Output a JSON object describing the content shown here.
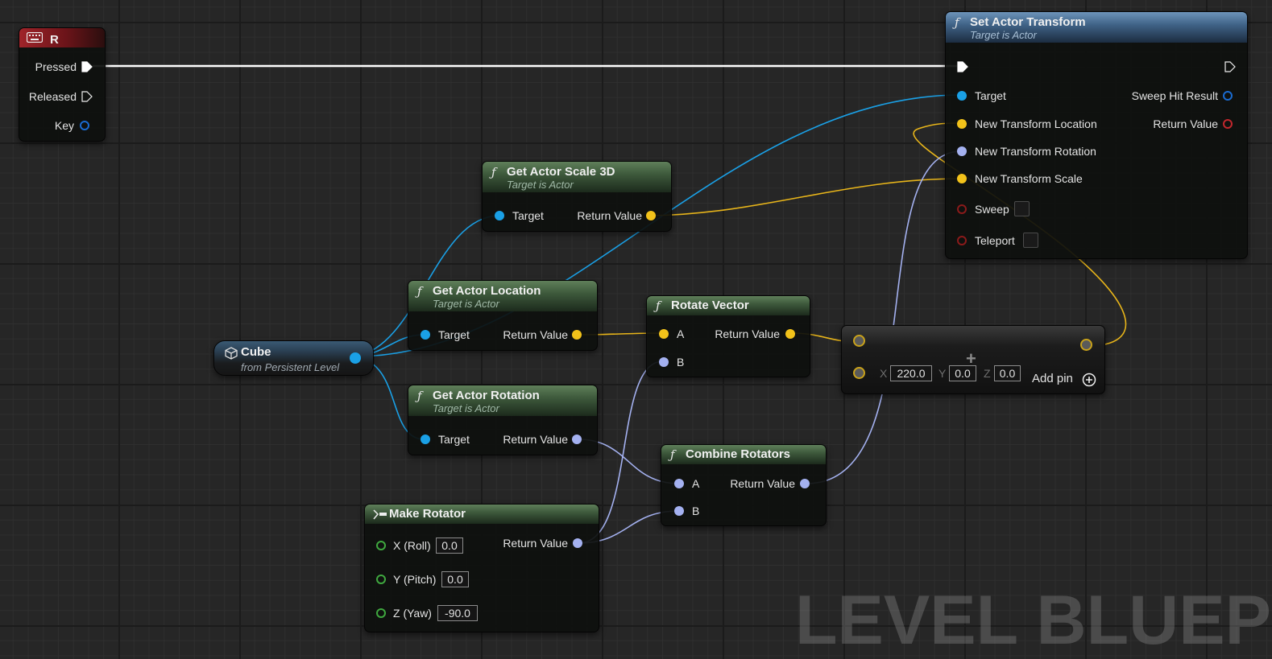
{
  "watermark": "LEVEL BLUEPRINT",
  "colors": {
    "exec": "#ffffff",
    "object": "#1aa0e6",
    "vector": "#f2c21a",
    "rotator": "#a4b1f0",
    "float": "#3fa83f",
    "bool": "#8b1a1a"
  },
  "nodes": {
    "key_event": {
      "icon": "keyboard-icon",
      "title": "R",
      "pressed": "Pressed",
      "released": "Released",
      "key": "Key"
    },
    "set_actor_transform": {
      "icon": "function-icon",
      "title": "Set Actor Transform",
      "subtitle": "Target is Actor",
      "target": "Target",
      "new_location": "New Transform Location",
      "new_rotation": "New Transform Rotation",
      "new_scale": "New Transform Scale",
      "sweep": "Sweep",
      "teleport": "Teleport",
      "sweep_hit_result": "Sweep Hit Result",
      "return_value": "Return Value"
    },
    "get_actor_scale": {
      "icon": "function-icon",
      "title": "Get Actor Scale 3D",
      "subtitle": "Target is Actor",
      "target": "Target",
      "return_value": "Return Value"
    },
    "get_actor_location": {
      "icon": "function-icon",
      "title": "Get Actor Location",
      "subtitle": "Target is Actor",
      "target": "Target",
      "return_value": "Return Value"
    },
    "get_actor_rotation": {
      "icon": "function-icon",
      "title": "Get Actor Rotation",
      "subtitle": "Target is Actor",
      "target": "Target",
      "return_value": "Return Value"
    },
    "cube_ref": {
      "icon": "cube-icon",
      "title": "Cube",
      "subtitle": "from Persistent Level"
    },
    "rotate_vector": {
      "icon": "function-icon",
      "title": "Rotate Vector",
      "a": "A",
      "b": "B",
      "return_value": "Return Value"
    },
    "add_node": {
      "x_label": "X",
      "x_value": "220.0",
      "y_label": "Y",
      "y_value": "0.0",
      "z_label": "Z",
      "z_value": "0.0",
      "add_pin": "Add pin",
      "plus": "+"
    },
    "combine_rotators": {
      "icon": "function-icon",
      "title": "Combine Rotators",
      "a": "A",
      "b": "B",
      "return_value": "Return Value"
    },
    "make_rotator": {
      "icon": "make-struct-icon",
      "title": "Make Rotator",
      "x_roll": "X (Roll)",
      "x_value": "0.0",
      "y_pitch": "Y (Pitch)",
      "y_value": "0.0",
      "z_yaw": "Z (Yaw)",
      "z_value": "-90.0",
      "return_value": "Return Value"
    }
  }
}
